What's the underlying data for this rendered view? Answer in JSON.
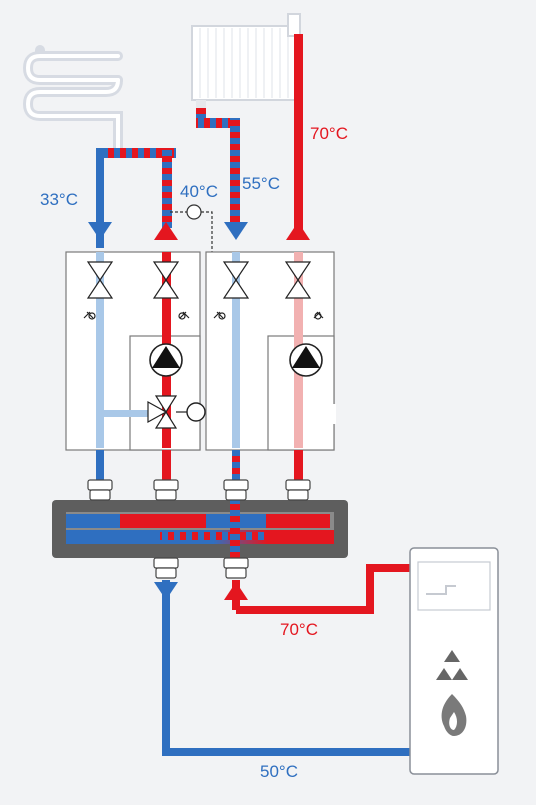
{
  "labels": {
    "t_floor_return": "33°C",
    "t_floor_supply": "40°C",
    "t_radiator_return": "55°C",
    "t_radiator_supply": "70°C",
    "t_boiler_supply": "70°C",
    "t_boiler_return": "50°C"
  },
  "colors": {
    "hot": "#e4161f",
    "cold": "#2f6fc0",
    "cold_faded": "#a9c8e8",
    "hot_faded": "#f2b1b1",
    "header_body": "#5e5e5e",
    "module_border": "#7a7a7a"
  },
  "icons": [
    "underfloor-heating-icon",
    "radiator-icon",
    "shutoff-valve-icon",
    "check-valve-icon",
    "circulation-pump-icon",
    "mixing-valve-icon",
    "actuator-icon",
    "thermostatic-head-icon",
    "boiler-icon",
    "flame-icon",
    "recycle-icon"
  ]
}
